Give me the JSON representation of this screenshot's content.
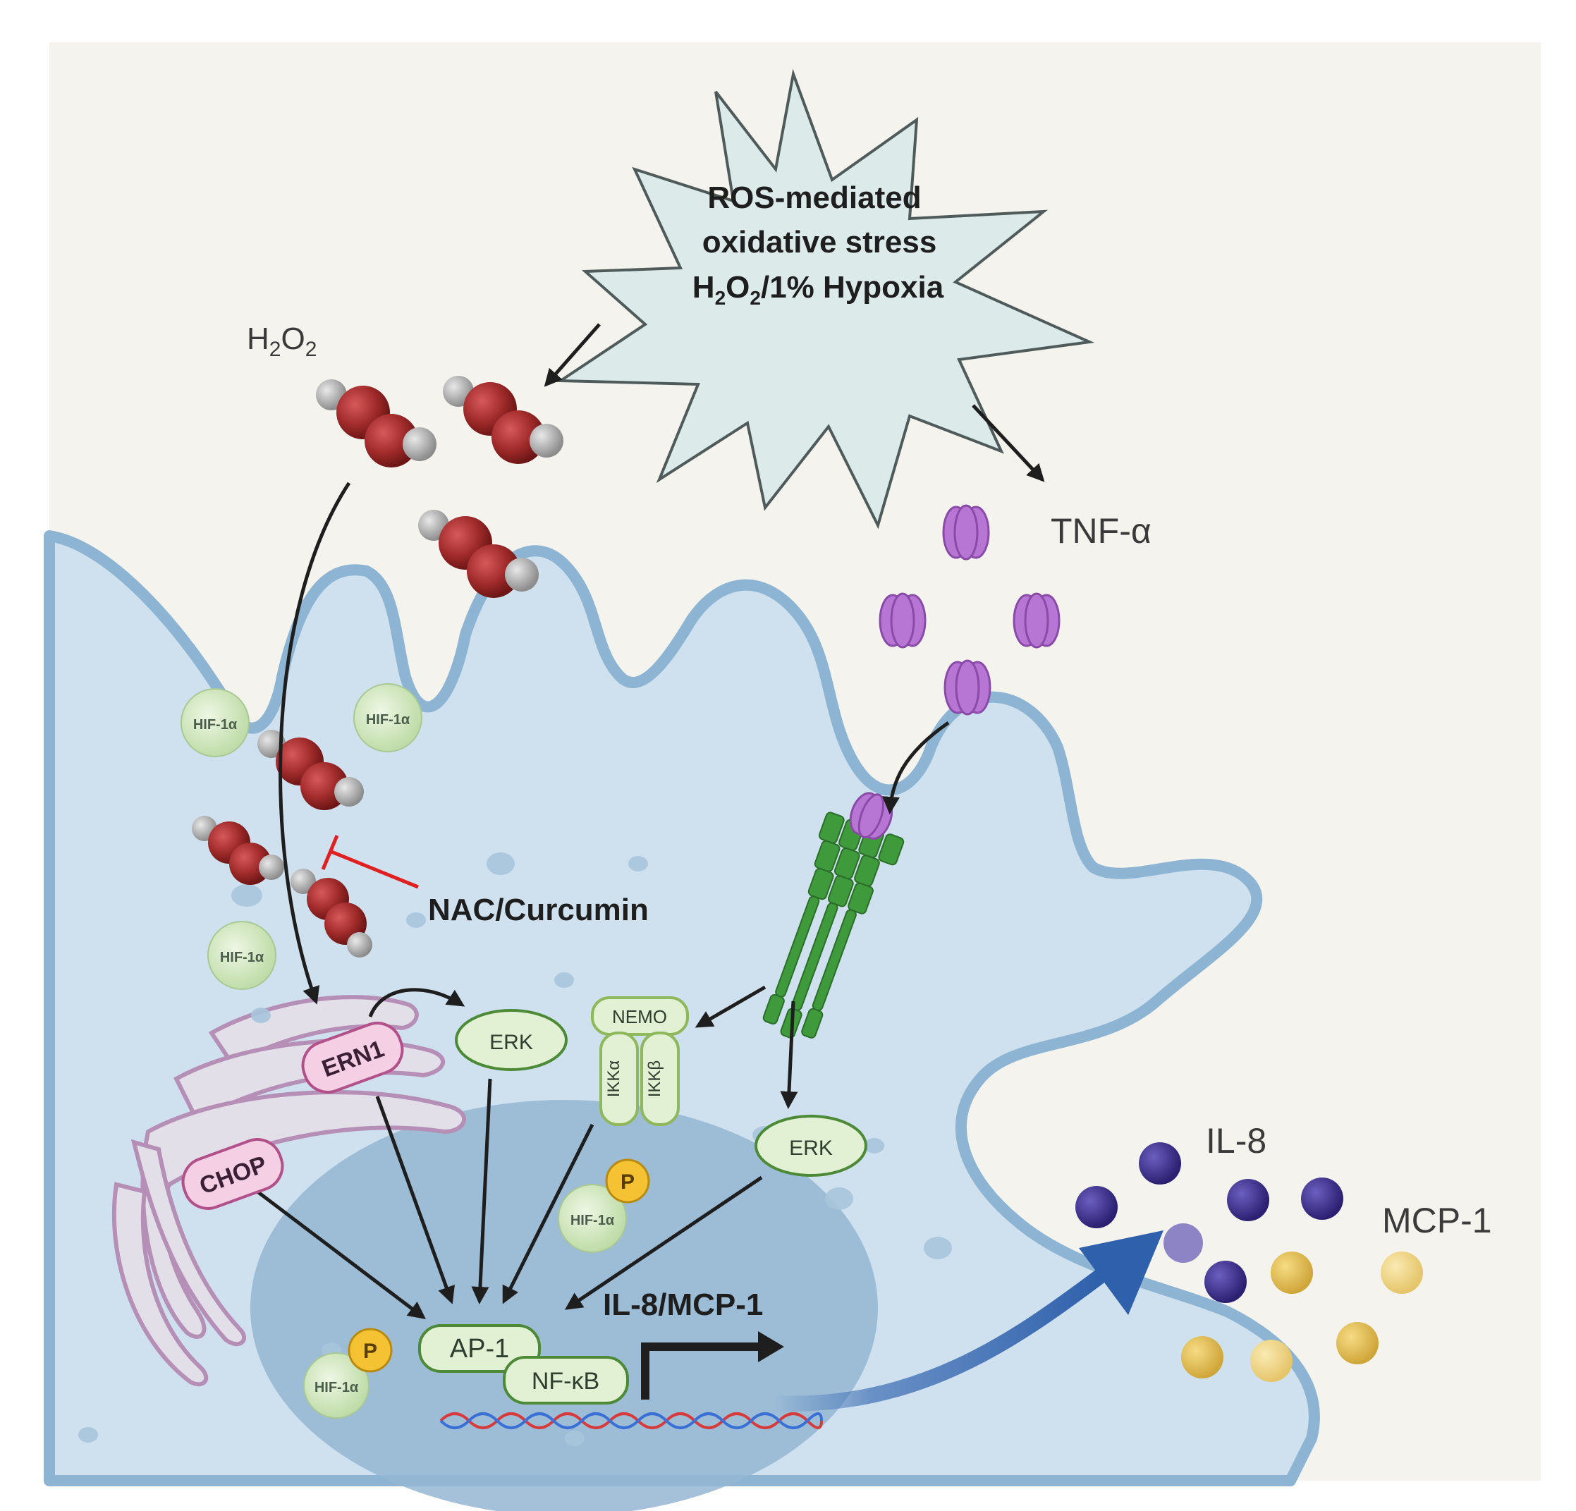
{
  "stress": {
    "line1": "ROS-mediated",
    "line2": "oxidative stress",
    "line3_h": "H",
    "line3_sub1": "2",
    "line3_o": "O",
    "line3_sub2": "2",
    "line3_rest": "/1% Hypoxia"
  },
  "h2o2_label": {
    "h": "H",
    "sub1": "2",
    "o": "O",
    "sub2": "2"
  },
  "tnf_label": "TNF-α",
  "inhibitor_label": "NAC/Curcumin",
  "hif_label": "HIF-1α",
  "p_label": "P",
  "ern1_label": "ERN1",
  "chop_label": "CHOP",
  "erk_label": "ERK",
  "nemo_label": "NEMO",
  "ikka_label": "IKKα",
  "ikkb_label": "IKKβ",
  "ap1_label": "AP-1",
  "nfkb_label": "NF-κB",
  "target_label": "IL-8/MCP-1",
  "il8_label": "IL-8",
  "mcp1_label": "MCP-1",
  "colors": {
    "background_panel": "#f4f3ee",
    "cell": "#cfe1ee",
    "membrane": "#8db5d3",
    "nucleus": "#94b6d2",
    "er": "#e2dfe9",
    "er_edge": "#b58fb6",
    "green_protein": "#e2f0d3",
    "green_edge": "#4d8a37",
    "pink_protein": "#f5cfe3",
    "pink_edge": "#b2508a",
    "h2o2_o": "#a12b2b",
    "h2o2_h": "#a9a9a9",
    "tnf": "#b776d4",
    "receptor": "#3f9a3c",
    "il8": "#3b2f8e",
    "mcp1": "#e8c252",
    "inhibit": "#e02020",
    "secretion_arrow": "#3e6fb5"
  }
}
